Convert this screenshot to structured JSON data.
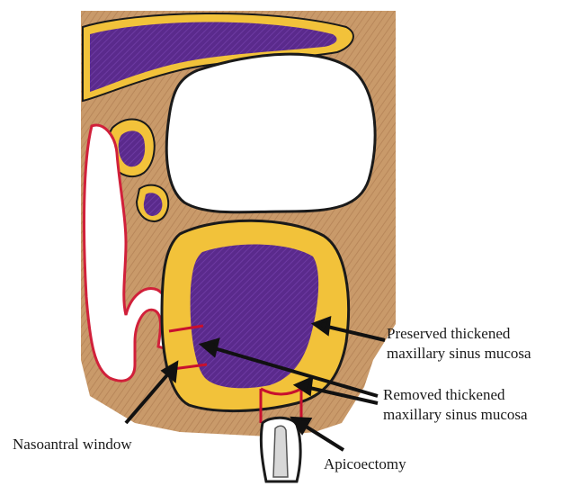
{
  "diagram": {
    "labels": {
      "preserved": [
        "Preserved thickened",
        "maxillary sinus mucosa"
      ],
      "removed": [
        "Removed thickened",
        "maxillary sinus mucosa"
      ],
      "nasoantral": "Nasoantral window",
      "apicoectomy": "Apicoectomy"
    },
    "colors": {
      "bone": "#c99a6a",
      "bone_light": "#e8c9a0",
      "mucosa": "#f2c23a",
      "lesion": "#5a2a8c",
      "outline": "#1a1a1a",
      "cut_line": "#c8102e",
      "nasal_red": "#d1203a"
    }
  }
}
